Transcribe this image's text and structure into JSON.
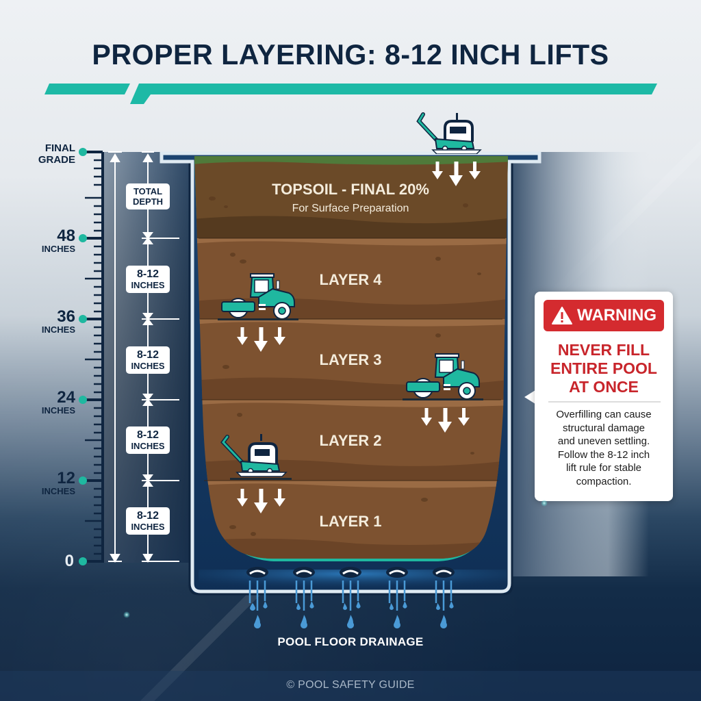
{
  "title": "PROPER LAYERING: 8-12 INCH LIFTS",
  "colors": {
    "title": "#0f2540",
    "accent_teal": "#1fb8a0",
    "soil_brown": "#7a4f2e",
    "warning_red": "#d42b2f",
    "pool_blue": "#133a63"
  },
  "ruler": {
    "marks": [
      {
        "value": "FINAL",
        "unit": "GRADE"
      },
      {
        "value": "48",
        "unit": "INCHES"
      },
      {
        "value": "36",
        "unit": "INCHES"
      },
      {
        "value": "24",
        "unit": "INCHES"
      },
      {
        "value": "12",
        "unit": "INCHES"
      },
      {
        "value": "0",
        "unit": ""
      }
    ]
  },
  "depth_labels": {
    "total": {
      "line1": "TOTAL",
      "line2": "DEPTH"
    },
    "lifts": [
      {
        "line1": "8-12",
        "line2": "INCHES"
      },
      {
        "line1": "8-12",
        "line2": "INCHES"
      },
      {
        "line1": "8-12",
        "line2": "INCHES"
      },
      {
        "line1": "8-12",
        "line2": "INCHES"
      }
    ]
  },
  "layers": [
    {
      "title": "TOPSOIL - FINAL 20%",
      "subtitle": "For Surface Preparation"
    },
    {
      "title": "LAYER 4"
    },
    {
      "title": "LAYER 3"
    },
    {
      "title": "LAYER 2"
    },
    {
      "title": "LAYER 1"
    }
  ],
  "equipment": [
    {
      "type": "plate-compactor",
      "layer": "TOPSOIL"
    },
    {
      "type": "roller",
      "layer": "LAYER 4"
    },
    {
      "type": "roller",
      "layer": "LAYER 3"
    },
    {
      "type": "plate-compactor",
      "layer": "LAYER 2"
    }
  ],
  "warning": {
    "badge": "WARNING",
    "headline_lines": [
      "NEVER FILL",
      "ENTIRE POOL",
      "AT ONCE"
    ],
    "body_lines": [
      "Overfilling can cause",
      "structural damage",
      "and uneven settling.",
      "Follow the 8-12 inch",
      "lift rule for stable",
      "compaction."
    ]
  },
  "drainage": {
    "label": "POOL FLOOR DRAINAGE",
    "drain_count": 5
  },
  "footer": "© POOL SAFETY GUIDE"
}
